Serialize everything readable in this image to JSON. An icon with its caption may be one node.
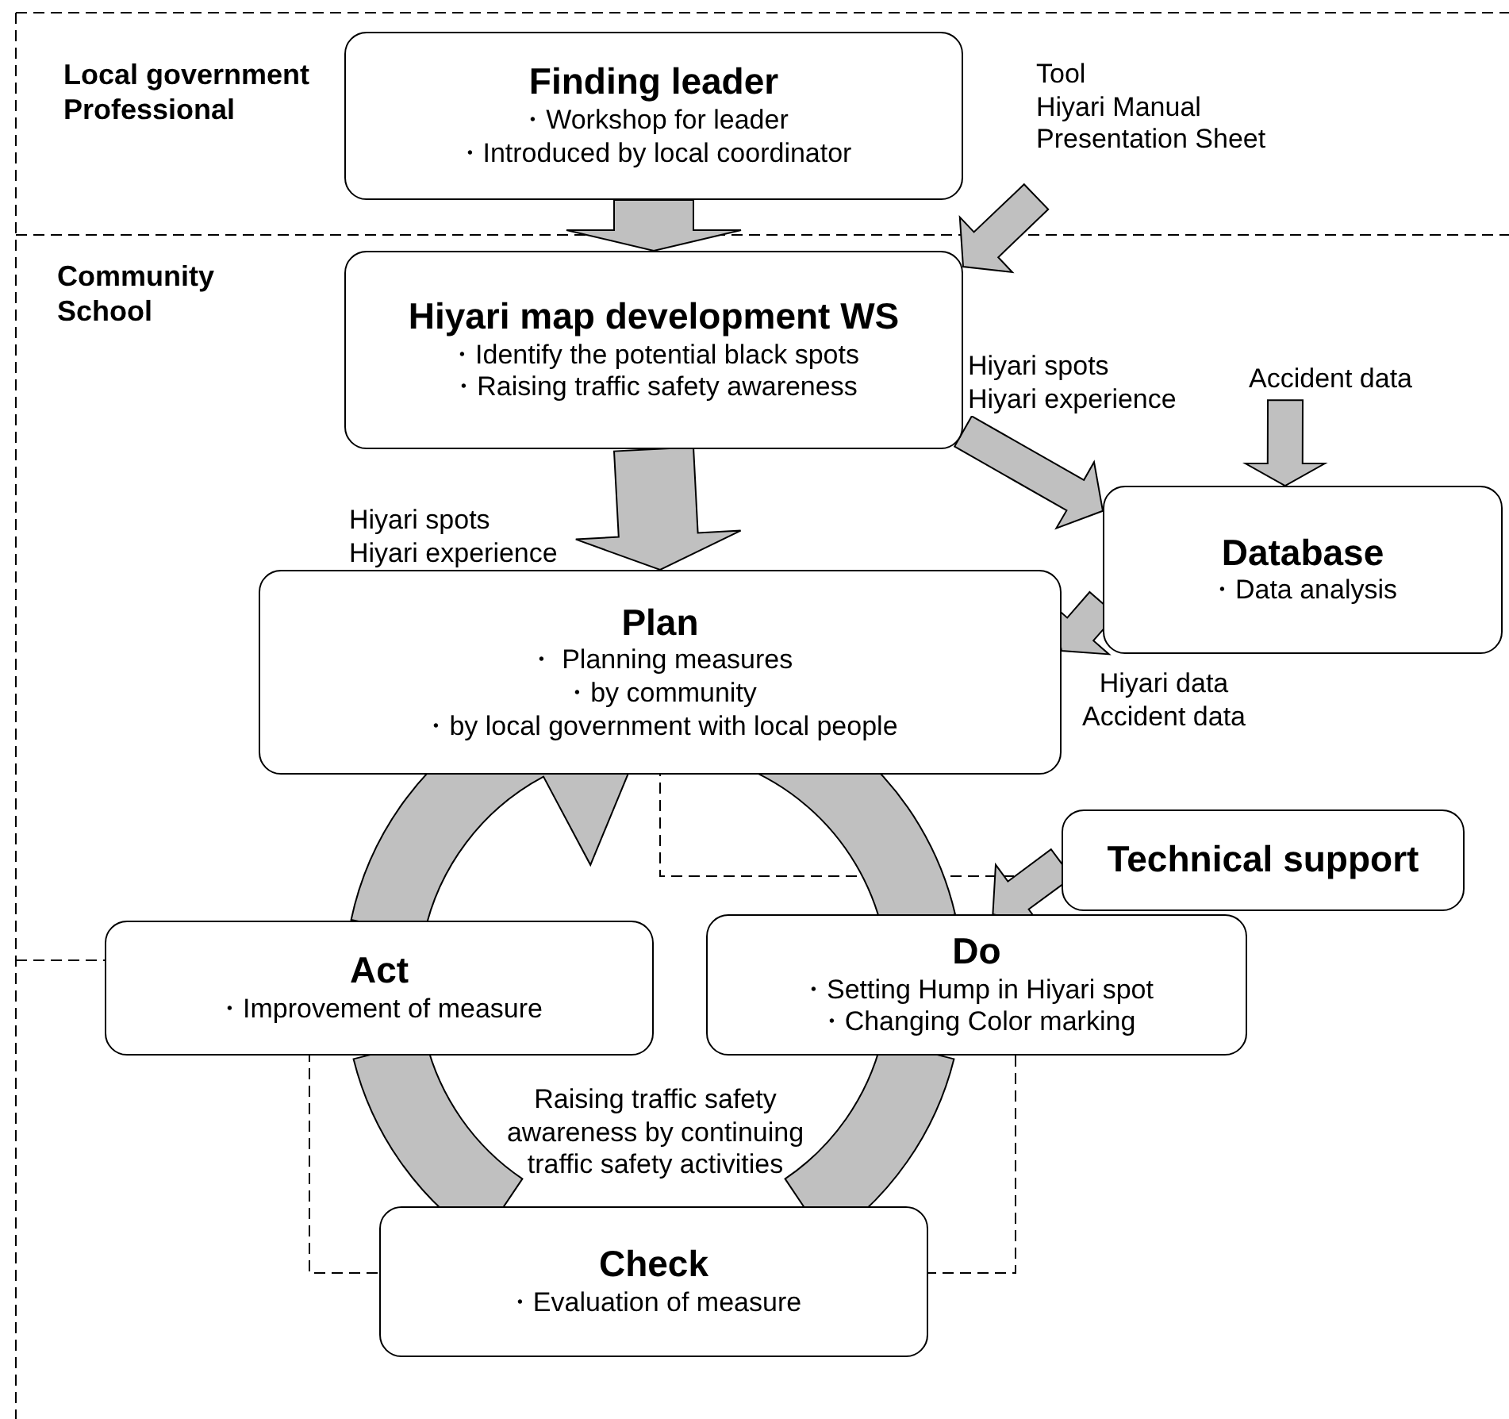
{
  "diagram": {
    "nodes": [
      {
        "text": [
          "Finding leader",
          "・Workshop for leader",
          "・Introduced by local coordinator"
        ]
      },
      {
        "text": [
          "Hiyari map development WS",
          "・Identify the potential black spots",
          "・Raising traffic safety awareness"
        ]
      },
      {
        "text": [
          "Plan",
          "・ Planning measures",
          "・by community",
          "・by local government with local people"
        ]
      },
      {
        "text": [
          "Database",
          "・Data analysis"
        ]
      },
      {
        "text": [
          "Technical support"
        ]
      },
      {
        "text": [
          "Act",
          "・Improvement of measure"
        ]
      },
      {
        "text": [
          "Do",
          "・Setting Hump in Hiyari spot",
          "・Changing Color marking"
        ]
      },
      {
        "text": [
          "Check",
          "・Evaluation of measure"
        ]
      },
      {
        "text": [
          "Tool",
          "Hiyari Manual",
          "Presentation Sheet"
        ]
      },
      {
        "text": [
          "Accident data"
        ]
      }
    ],
    "edges": [
      {
        "from": 0,
        "to": 1,
        "arrow": "to"
      },
      {
        "from": 8,
        "to": 1,
        "arrow": "to"
      },
      {
        "from": 1,
        "to": 2,
        "arrow": "to",
        "label": "Hiyari spots Hiyari experience"
      },
      {
        "from": 1,
        "to": 3,
        "arrow": "to",
        "label": "Hiyari spots Hiyari experience"
      },
      {
        "from": 9,
        "to": 3,
        "arrow": "to"
      },
      {
        "from": 3,
        "to": 2,
        "arrow": "to",
        "label": "Hiyari data Accident data"
      },
      {
        "from": 4,
        "to": 6,
        "arrow": "to"
      },
      {
        "from": 2,
        "to": 6,
        "arrow": "none"
      },
      {
        "from": 6,
        "to": 7,
        "arrow": "none"
      },
      {
        "from": 7,
        "to": 5,
        "arrow": "none"
      },
      {
        "from": 5,
        "to": 2,
        "arrow": "to"
      }
    ],
    "labels": [
      "Local government Professional",
      "Community School",
      "Raising traffic safety awareness by continuing traffic safety activities"
    ]
  }
}
